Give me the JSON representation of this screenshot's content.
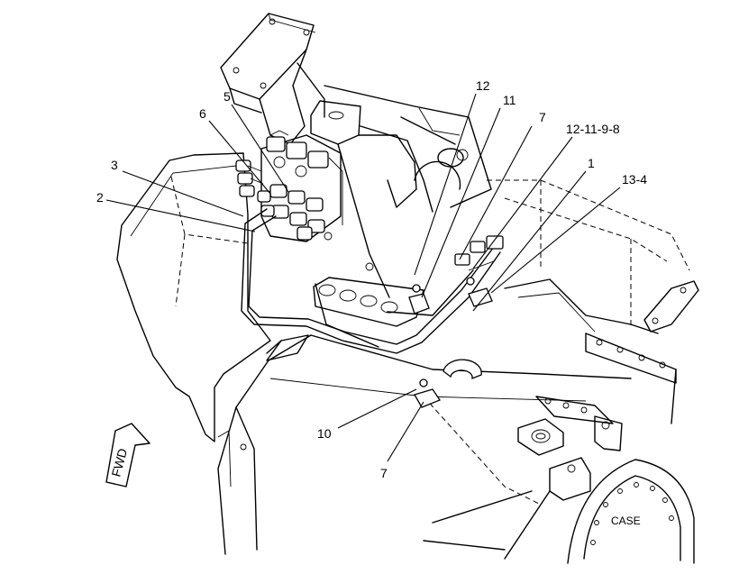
{
  "diagram": {
    "callouts": [
      {
        "id": "c12",
        "label": "12"
      },
      {
        "id": "c11",
        "label": "11"
      },
      {
        "id": "c7a",
        "label": "7"
      },
      {
        "id": "c12-11-9-8",
        "label": "12-11-9-8"
      },
      {
        "id": "c1",
        "label": "1"
      },
      {
        "id": "c13-4",
        "label": "13-4"
      },
      {
        "id": "c5",
        "label": "5"
      },
      {
        "id": "c6",
        "label": "6"
      },
      {
        "id": "c3",
        "label": "3"
      },
      {
        "id": "c2",
        "label": "2"
      },
      {
        "id": "c10",
        "label": "10"
      },
      {
        "id": "c7b",
        "label": "7"
      }
    ],
    "fwd_label": "FWD",
    "case_label": "CASE"
  }
}
